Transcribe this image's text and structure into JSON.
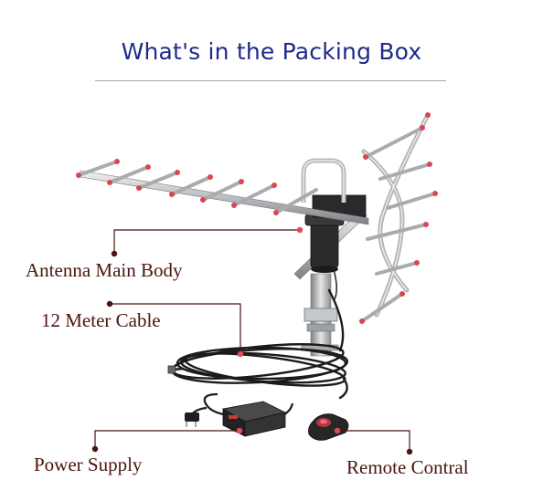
{
  "title": "What's in the Packing Box",
  "items": [
    {
      "label": "Antenna Main Body"
    },
    {
      "label": "12 Meter Cable"
    },
    {
      "label": "Power Supply"
    },
    {
      "label": "Remote Contral"
    }
  ],
  "colors": {
    "title": "#1f2a8a",
    "label": "#4a1410",
    "marker": "#e24a5a"
  }
}
